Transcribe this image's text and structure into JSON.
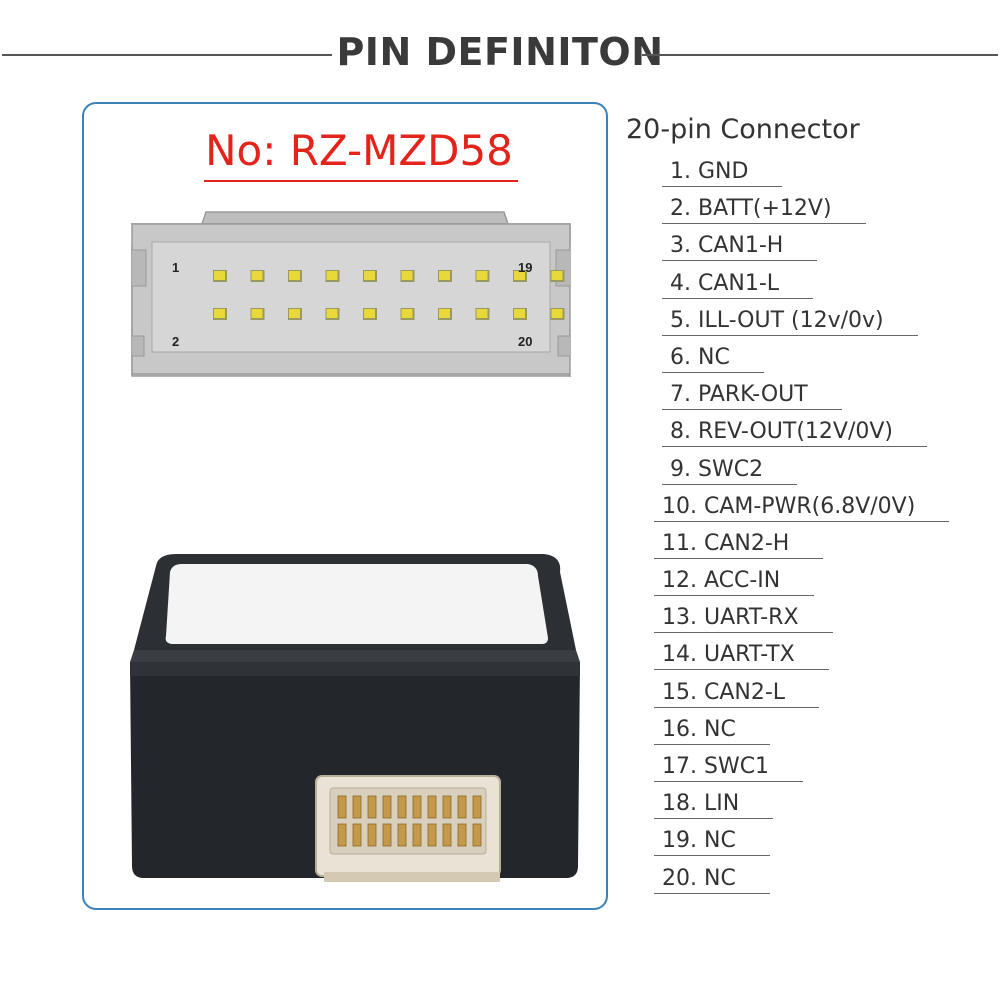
{
  "header": {
    "title": "PIN DEFINITON"
  },
  "product": {
    "model": "No: RZ-MZD58",
    "connector_pin_labels": [
      "1",
      "19",
      "2",
      "20"
    ]
  },
  "pinout": {
    "heading": "20-pin Connector",
    "pins": [
      "1. GND",
      "2. BATT(+12V)",
      "3. CAN1-H",
      "4. CAN1-L",
      "5. ILL-OUT (12v/0v)",
      "6. NC",
      "7. PARK-OUT",
      "8. REV-OUT(12V/0V)",
      "9. SWC2",
      "10. CAM-PWR(6.8V/0V)",
      "11.  CAN2-H",
      "12. ACC-IN",
      "13. UART-RX",
      "14. UART-TX",
      "15. CAN2-L",
      "16. NC",
      "17. SWC1",
      "18. LIN",
      "19. NC",
      "20. NC"
    ]
  },
  "colors": {
    "title": "#3a3a3a",
    "model": "#e4231b",
    "panel_border": "#3b82b8",
    "pin_contact": "#e8d83a",
    "connector_body": "#c8c8c8"
  }
}
